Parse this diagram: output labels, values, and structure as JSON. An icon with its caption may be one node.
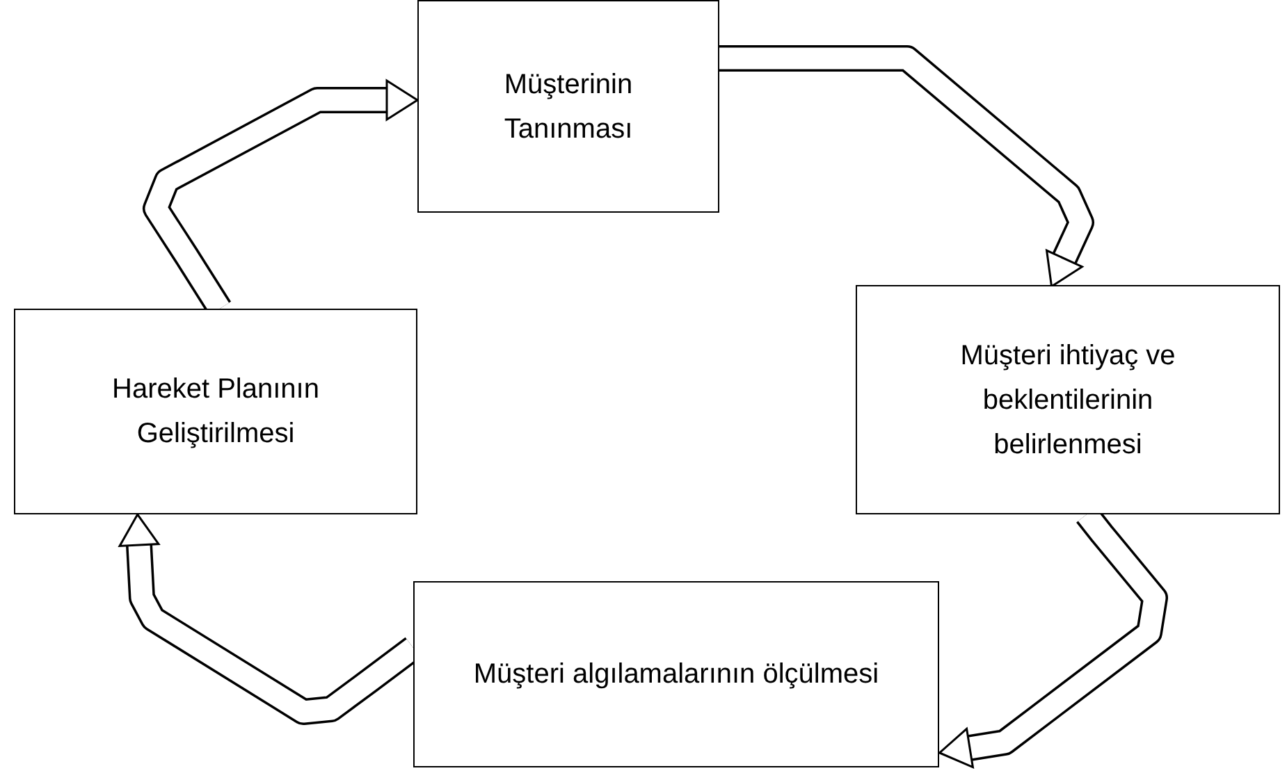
{
  "diagram": {
    "nodes": [
      {
        "text": [
          "Müşterinin Tanınması"
        ]
      },
      {
        "text": [
          "Müşteri ihtiyaç ve beklentilerinin belirlenmesi"
        ]
      },
      {
        "text": [
          "Müşteri algılamalarının ölçülmesi"
        ]
      },
      {
        "text": [
          "Hareket Planının Geliştirilmesi"
        ]
      }
    ],
    "edges": [
      {
        "from": 0,
        "to": 1,
        "arrow": "to"
      },
      {
        "from": 1,
        "to": 2,
        "arrow": "to"
      },
      {
        "from": 2,
        "to": 3,
        "arrow": "to"
      },
      {
        "from": 3,
        "to": 0,
        "arrow": "to"
      }
    ]
  }
}
